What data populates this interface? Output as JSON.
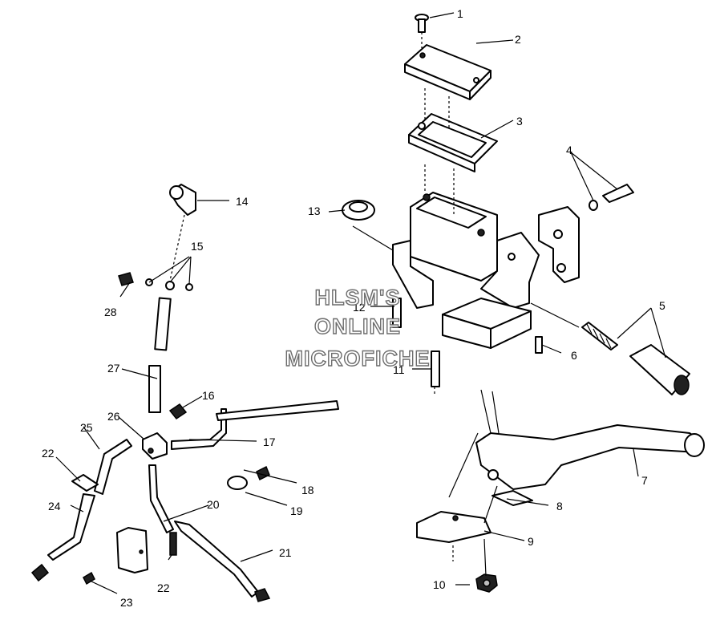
{
  "watermark": {
    "line1": "HLSM'S",
    "line2": "ONLINE",
    "line3": "MICROFICHE"
  },
  "callouts": [
    "1",
    "2",
    "3",
    "4",
    "5",
    "6",
    "7",
    "8",
    "9",
    "10",
    "11",
    "12",
    "13",
    "14",
    "15",
    "16",
    "17",
    "18",
    "19",
    "20",
    "21",
    "22",
    "22",
    "23",
    "24",
    "25",
    "26",
    "27",
    "28"
  ]
}
